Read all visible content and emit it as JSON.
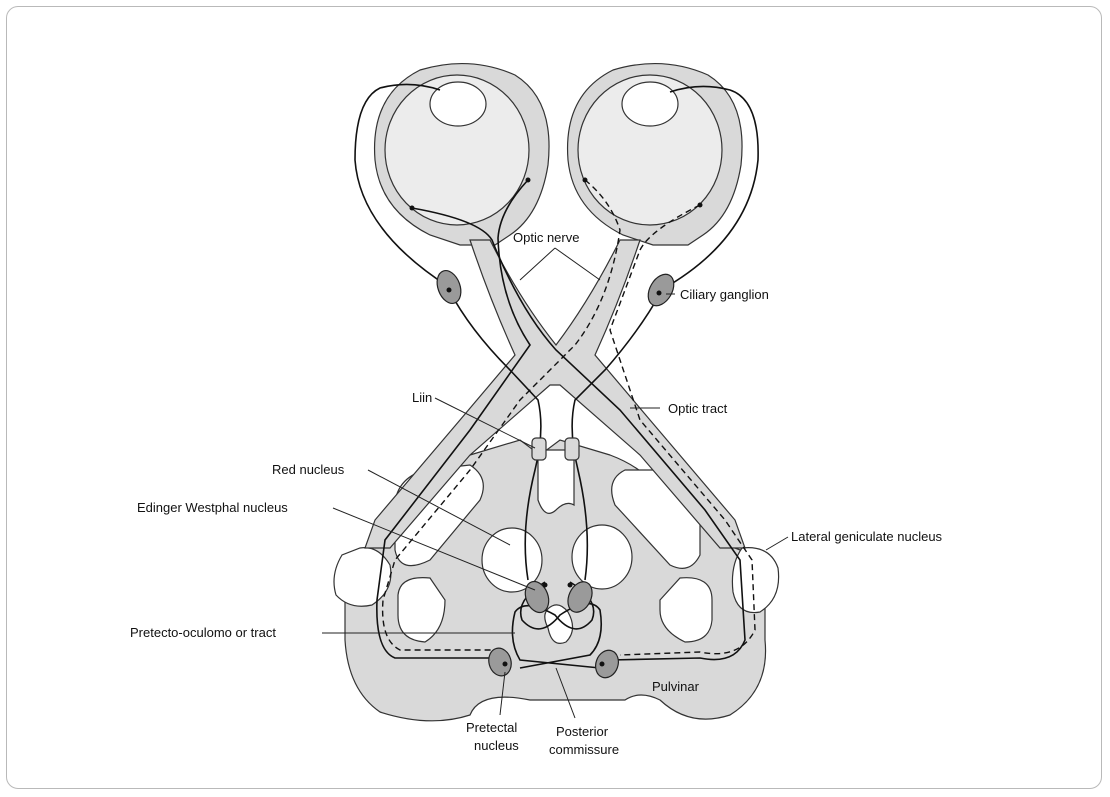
{
  "labels": {
    "optic_nerve": "Optic nerve",
    "ciliary_ganglion": "Ciliary ganglion",
    "liin": "Liin",
    "optic_tract": "Optic tract",
    "red_nucleus": "Red nucleus",
    "edinger_westphal": "Edinger Westphal nucleus",
    "lateral_geniculate": "Lateral geniculate nucleus",
    "pretecto_oculomotor": "Pretecto-oculomo or tract",
    "pulvinar": "Pulvinar",
    "pretectal_line1": "Pretectal",
    "pretectal_line2": "nucleus",
    "posterior_line1": "Posterior",
    "posterior_line2": "commissure"
  },
  "colors": {
    "frame_border": "#b9b9b9",
    "tissue_fill": "#d9d9d9",
    "ganglion_fill": "#9a9a9a",
    "line": "#111111"
  }
}
